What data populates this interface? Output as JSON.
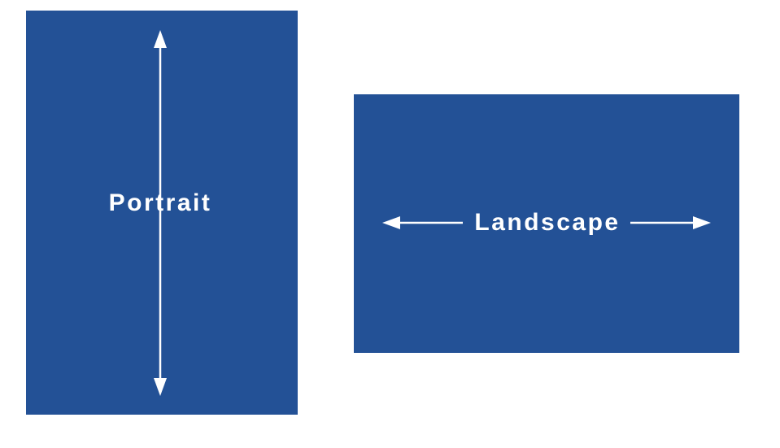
{
  "colors": {
    "panel_fill": "#235196",
    "arrow": "#ffffff",
    "text": "#ffffff",
    "background": "#ffffff"
  },
  "portrait": {
    "label": "Portrait",
    "icon": "vertical-double-arrow"
  },
  "landscape": {
    "label": "Landscape",
    "icon": "horizontal-double-arrow"
  }
}
